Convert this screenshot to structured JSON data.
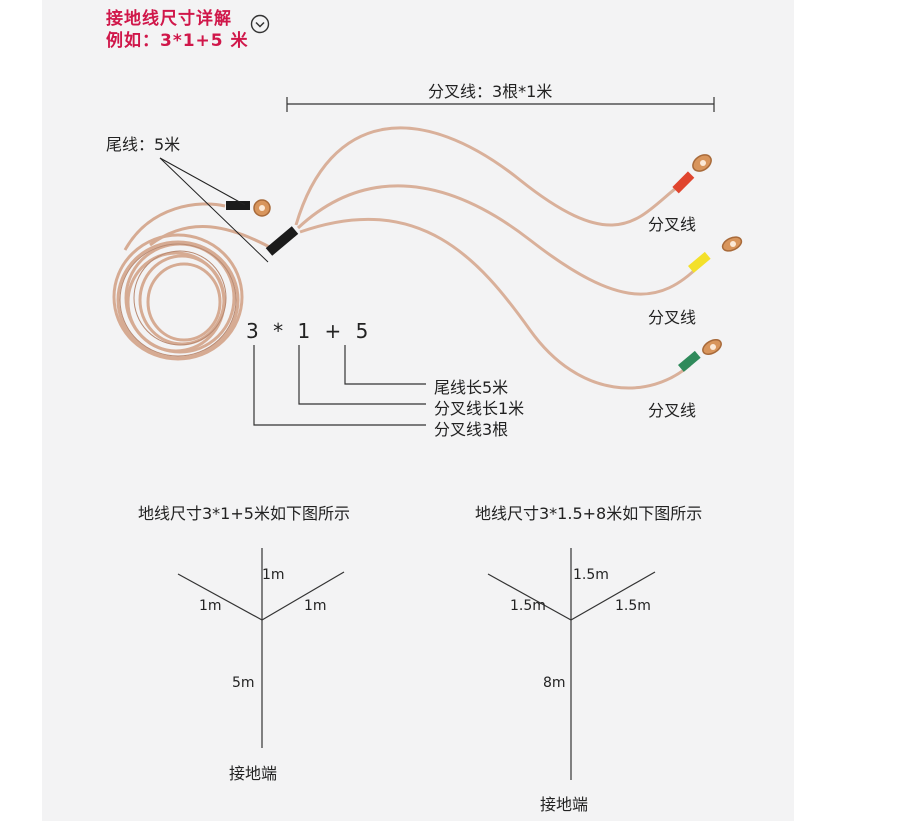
{
  "header": {
    "line1": "接地线尺寸详解",
    "line2": "例如：3*1+5 米",
    "toggle_icon": "chevron-down-circle-icon"
  },
  "photo": {
    "branch_dim": "分叉线：3根*1米",
    "tail_label": "尾线：5米",
    "branch_1": "分叉线",
    "branch_2": "分叉线",
    "branch_3": "分叉线",
    "formula": "3 * 1 + 5",
    "legend_tail": "尾线长5米",
    "legend_length": "分叉线长1米",
    "legend_count": "分叉线3根",
    "clamp_colors": [
      "#e0452e",
      "#f3e02a",
      "#2f8a5b"
    ],
    "wire_color": "#d9b09a"
  },
  "diagrams": [
    {
      "caption": "地线尺寸3*1+5米如下图所示",
      "top": "1m",
      "left": "1m",
      "right": "1m",
      "stem": "5m",
      "base": "接地端"
    },
    {
      "caption": "地线尺寸3*1.5+8米如下图所示",
      "top": "1.5m",
      "left": "1.5m",
      "right": "1.5m",
      "stem": "8m",
      "base": "接地端"
    }
  ]
}
